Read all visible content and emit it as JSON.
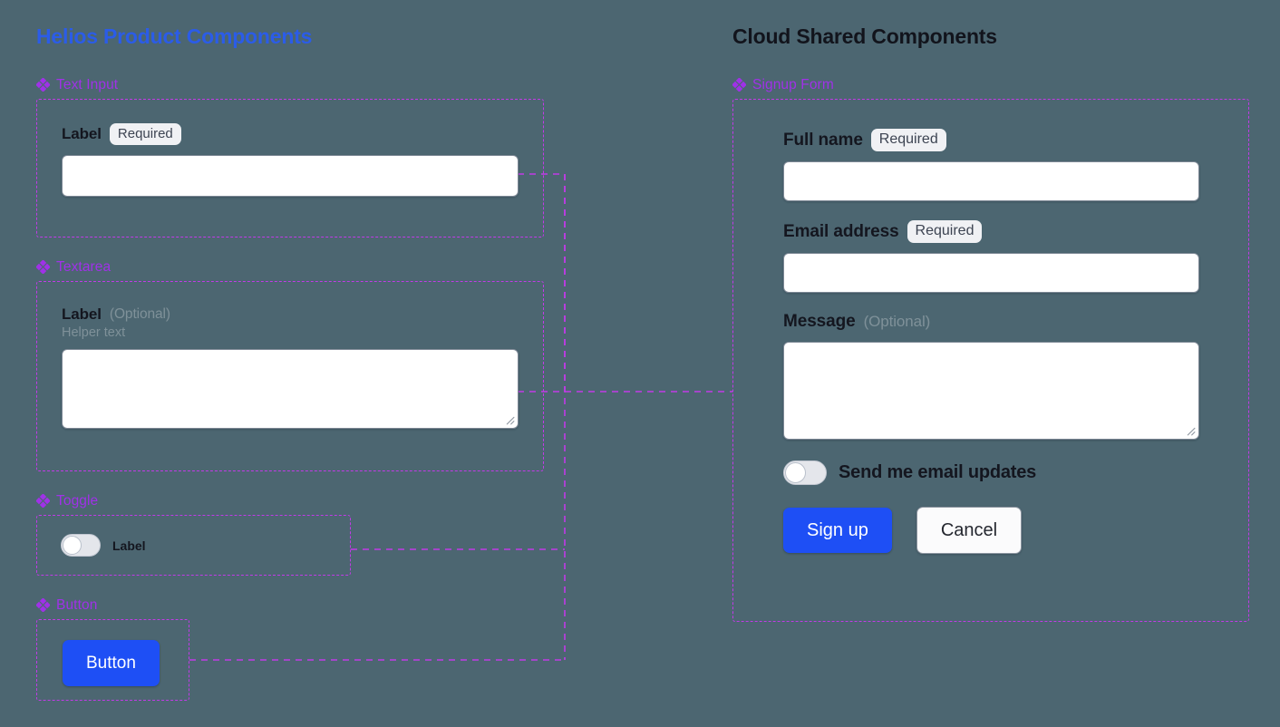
{
  "canvas": {
    "background_color": "#4c6671",
    "connector_color": "#c23ae8",
    "accent_blue": "#1e4ff5",
    "group_label_color": "#a031e8"
  },
  "left_column": {
    "title": "Helios Product Components",
    "groups": [
      {
        "icon": "diamond-stack-icon",
        "label": "Text Input",
        "field": {
          "label": "Label",
          "badge": "Required",
          "input_value": "",
          "input_placeholder": ""
        }
      },
      {
        "icon": "diamond-stack-icon",
        "label": "Textarea",
        "field": {
          "label": "Label",
          "optional_note": "(Optional)",
          "helper_text": "Helper text",
          "textarea_value": "",
          "textarea_placeholder": ""
        }
      },
      {
        "icon": "diamond-stack-icon",
        "label": "Toggle",
        "field": {
          "toggle_label": "Label",
          "toggle_state": "off"
        }
      },
      {
        "icon": "diamond-stack-icon",
        "label": "Button",
        "field": {
          "button_label": "Button"
        }
      }
    ]
  },
  "right_column": {
    "title": "Cloud Shared Components",
    "group": {
      "icon": "diamond-stack-icon",
      "label": "Signup Form",
      "fields": [
        {
          "label": "Full name",
          "badge": "Required",
          "value": "",
          "placeholder": ""
        },
        {
          "label": "Email address",
          "badge": "Required",
          "value": "",
          "placeholder": ""
        },
        {
          "label": "Message",
          "optional_note": "(Optional)",
          "value": "",
          "placeholder": ""
        }
      ],
      "toggle": {
        "label": "Send me email updates",
        "state": "off"
      },
      "actions": {
        "primary": "Sign up",
        "secondary": "Cancel"
      }
    }
  }
}
